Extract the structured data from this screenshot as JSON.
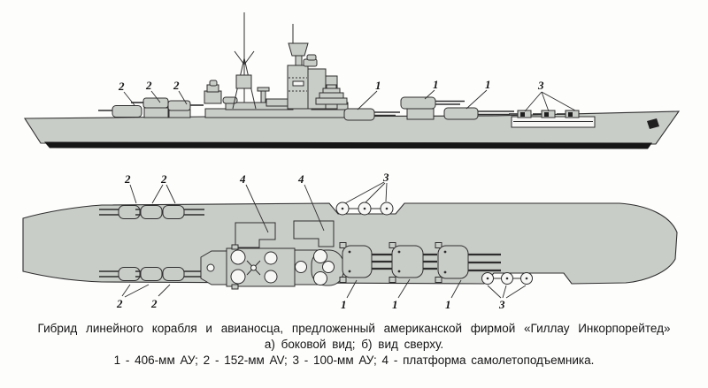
{
  "figure": {
    "kind": "naval-technical-drawing",
    "views": [
      "side view",
      "top view"
    ]
  },
  "caption": {
    "line1": "Гибрид линейного корабля и авианосца, предложенный американской фирмой «Гиллау Инкорпорейтед»",
    "line2": "а) боковой вид; б) вид сверху.",
    "line3": "1 - 406-мм АУ; 2 - 152-мм AV; 3 - 100-мм АУ; 4 - платформа самолетоподъемника."
  },
  "side_labels": [
    {
      "text": "2"
    },
    {
      "text": "2"
    },
    {
      "text": "2"
    },
    {
      "text": "1"
    },
    {
      "text": "1"
    },
    {
      "text": "1"
    },
    {
      "text": "3"
    }
  ],
  "top_labels": [
    {
      "text": "2"
    },
    {
      "text": "2"
    },
    {
      "text": "4"
    },
    {
      "text": "4"
    },
    {
      "text": "3"
    },
    {
      "text": "2"
    },
    {
      "text": "2"
    },
    {
      "text": "1"
    },
    {
      "text": "1"
    },
    {
      "text": "1"
    },
    {
      "text": "3"
    }
  ],
  "colors": {
    "hull_fill": "#c9cdc8",
    "outline": "#2e2e2e",
    "waterline": "#161616",
    "background": "#fdfdfc"
  }
}
